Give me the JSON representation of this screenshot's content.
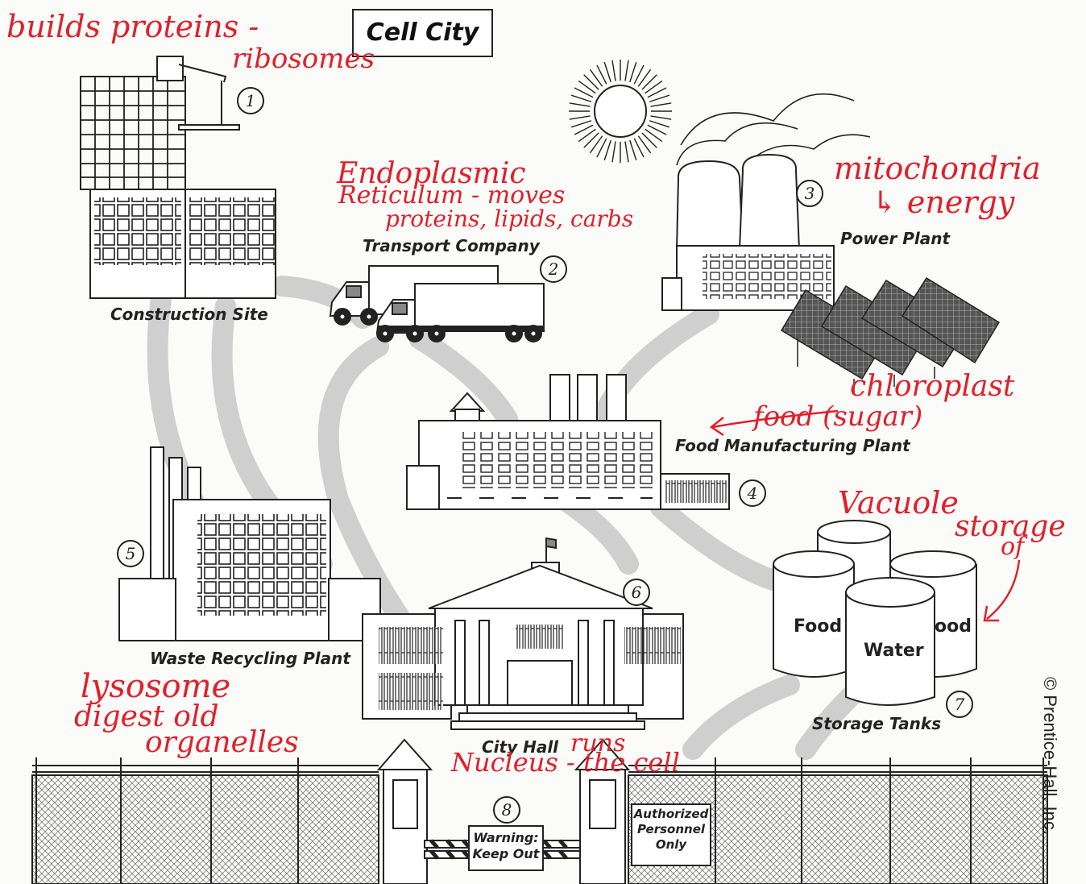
{
  "title": "Cell City",
  "places": [
    {
      "number": "1",
      "label": "Construction Site"
    },
    {
      "number": "2",
      "label": "Transport Company"
    },
    {
      "number": "3",
      "label": "Power Plant"
    },
    {
      "number": "4",
      "label": "Food Manufacturing Plant"
    },
    {
      "number": "5",
      "label": "Waste Recycling Plant"
    },
    {
      "number": "6",
      "label": "City Hall"
    },
    {
      "number": "7",
      "label": "Storage Tanks"
    },
    {
      "number": "8",
      "label": "Warning: Keep Out"
    }
  ],
  "tanks": [
    "Food",
    "Water",
    "ood"
  ],
  "gate_sign": [
    "Warning:",
    "Keep Out"
  ],
  "authorized_sign": [
    "Authorized",
    "Personnel",
    "Only"
  ],
  "copyright": "© Prentice-Hall, Inc.",
  "handwritten": {
    "ribosomes_1": "builds proteins -",
    "ribosomes_2": "ribosomes",
    "er_1": "Endoplasmic",
    "er_2": "Reticulum - moves",
    "er_3": "proteins, lipids, carbs",
    "mito_1": "mitochondria",
    "mito_2": "↳ energy",
    "chloro_1": "chloroplast",
    "chloro_2": "food (sugar)",
    "vacuole_1": "Vacuole",
    "vacuole_2": "storage",
    "vacuole_3": "of",
    "lysosome_1": "lysosome",
    "lysosome_2": "digest old",
    "lysosome_3": "organelles",
    "nucleus_1": "runs",
    "nucleus_2": "Nucleus - the cell"
  },
  "colors": {
    "ink": "#222222",
    "annotation": "#e0202a",
    "road": "#c9c9c9"
  }
}
